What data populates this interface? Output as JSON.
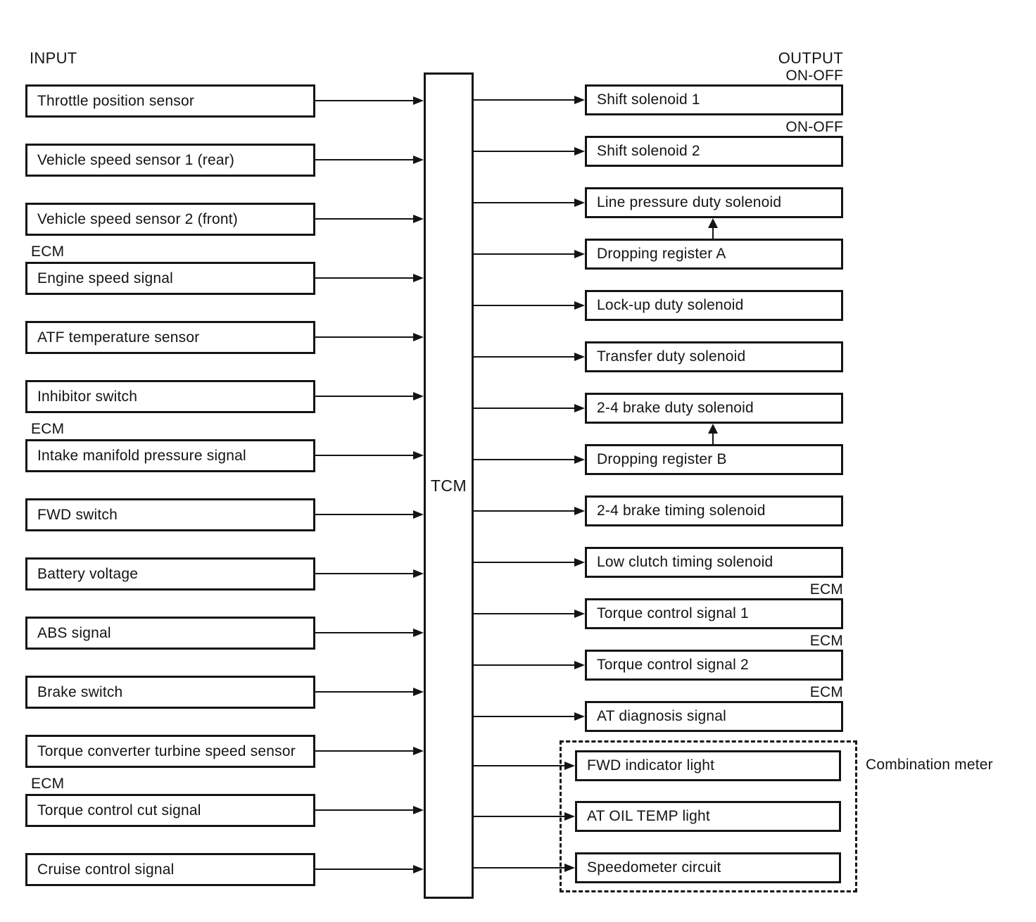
{
  "labels": {
    "input": "INPUT",
    "output": "OUTPUT",
    "on_off": "ON-OFF",
    "ecm": "ECM",
    "tcm": "TCM",
    "combination_meter": "Combination meter"
  },
  "inputs": [
    {
      "label": "Throttle position sensor"
    },
    {
      "label": "Vehicle speed sensor 1 (rear)"
    },
    {
      "label": "Vehicle speed sensor 2 (front)"
    },
    {
      "label": "Engine speed signal",
      "tag": "ECM"
    },
    {
      "label": "ATF temperature sensor"
    },
    {
      "label": "Inhibitor switch"
    },
    {
      "label": "Intake manifold pressure signal",
      "tag": "ECM"
    },
    {
      "label": "FWD switch"
    },
    {
      "label": "Battery voltage"
    },
    {
      "label": "ABS signal"
    },
    {
      "label": "Brake switch"
    },
    {
      "label": "Torque converter turbine speed sensor"
    },
    {
      "label": "Torque control cut signal",
      "tag": "ECM"
    },
    {
      "label": "Cruise control signal"
    }
  ],
  "outputs": [
    {
      "label": "Shift solenoid 1",
      "tag": "ON-OFF"
    },
    {
      "label": "Shift solenoid 2",
      "tag": "ON-OFF"
    },
    {
      "label": "Line pressure duty solenoid"
    },
    {
      "label": "Dropping register A",
      "feeds": "Line pressure duty solenoid"
    },
    {
      "label": "Lock-up duty solenoid"
    },
    {
      "label": "Transfer duty solenoid"
    },
    {
      "label": "2-4 brake duty solenoid"
    },
    {
      "label": "Dropping register B",
      "feeds": "2-4 brake duty solenoid"
    },
    {
      "label": "2-4 brake timing solenoid"
    },
    {
      "label": "Low clutch timing solenoid"
    },
    {
      "label": "Torque control signal 1",
      "tag": "ECM"
    },
    {
      "label": "Torque control signal 2",
      "tag": "ECM"
    },
    {
      "label": "AT diagnosis signal",
      "tag": "ECM"
    },
    {
      "label": "FWD indicator light",
      "group": "Combination meter"
    },
    {
      "label": "AT OIL TEMP light",
      "group": "Combination meter"
    },
    {
      "label": "Speedometer circuit",
      "group": "Combination meter"
    }
  ],
  "colors": {
    "ink": "#141414",
    "background": "#ffffff"
  }
}
